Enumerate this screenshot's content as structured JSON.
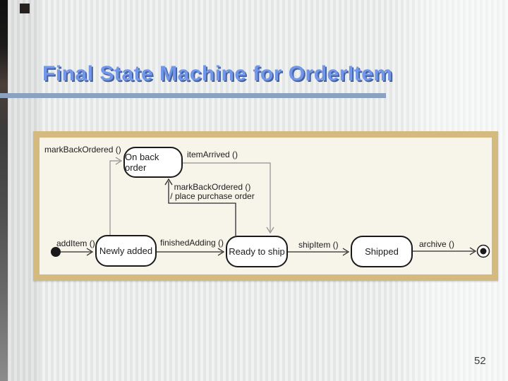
{
  "title": {
    "text": "Final State Machine for OrderItem"
  },
  "slide": {
    "page_number": "52"
  },
  "colors": {
    "title_text": "#7297ea",
    "title_shadow": "#46639f",
    "underline": "#8ba1c0",
    "frame_border": "#d4ba7e",
    "frame_background": "#f7f4ea",
    "state_fill": "#ffffff",
    "state_border": "#1a1a1a",
    "line_dark": "#2b2b2b",
    "line_gray": "#8f8f8f",
    "edge_strip_top": "#0f0f0f",
    "edge_strip_bottom": "#8c8c8c"
  },
  "diagram": {
    "type": "uml-state-machine",
    "initial_marker": "filled-circle",
    "final_marker": "circled-dot",
    "states": [
      {
        "id": "on-back-order",
        "label": "On back order"
      },
      {
        "id": "newly-added",
        "label": "Newly added"
      },
      {
        "id": "ready-to-ship",
        "label": "Ready to ship"
      },
      {
        "id": "shipped",
        "label": "Shipped"
      }
    ],
    "transitions": [
      {
        "from": "initial",
        "to": "newly-added",
        "label": "addItem ()"
      },
      {
        "from": "newly-added",
        "to": "on-back-order",
        "label": "markBackOrdered ()"
      },
      {
        "from": "on-back-order",
        "to": "ready-to-ship",
        "label": "itemArrived ()"
      },
      {
        "from": "ready-to-ship",
        "to": "on-back-order",
        "label": "markBackOrdered () / place purchase order",
        "label_line1": "markBackOrdered ()",
        "label_line2": "/ place purchase order"
      },
      {
        "from": "newly-added",
        "to": "ready-to-ship",
        "label": "finishedAdding ()"
      },
      {
        "from": "ready-to-ship",
        "to": "shipped",
        "label": "shipItem ()"
      },
      {
        "from": "shipped",
        "to": "final",
        "label": "archive ()"
      }
    ]
  }
}
